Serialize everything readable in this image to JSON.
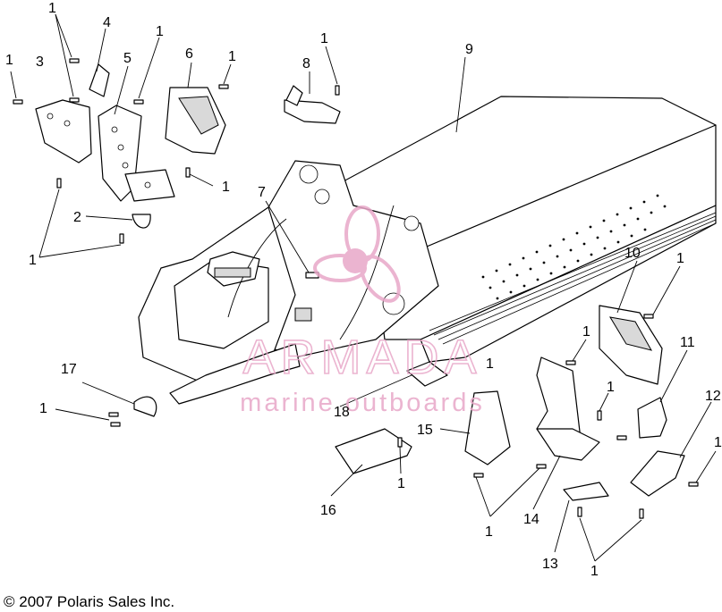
{
  "callouts": [
    {
      "id": "c1a",
      "label": "1"
    },
    {
      "id": "c3",
      "label": "3"
    },
    {
      "id": "c1b",
      "label": "1"
    },
    {
      "id": "c4",
      "label": "4"
    },
    {
      "id": "c5",
      "label": "5"
    },
    {
      "id": "c1c",
      "label": "1"
    },
    {
      "id": "c6",
      "label": "6"
    },
    {
      "id": "c1d",
      "label": "1"
    },
    {
      "id": "c1e",
      "label": "1"
    },
    {
      "id": "c8",
      "label": "8"
    },
    {
      "id": "c9",
      "label": "9"
    },
    {
      "id": "c7",
      "label": "7"
    },
    {
      "id": "c1f",
      "label": "1"
    },
    {
      "id": "c2",
      "label": "2"
    },
    {
      "id": "c1g",
      "label": "1"
    },
    {
      "id": "c10",
      "label": "10"
    },
    {
      "id": "c1h",
      "label": "1"
    },
    {
      "id": "c11",
      "label": "11"
    },
    {
      "id": "c1i",
      "label": "1"
    },
    {
      "id": "c1j",
      "label": "1"
    },
    {
      "id": "c1k",
      "label": "1"
    },
    {
      "id": "c12",
      "label": "12"
    },
    {
      "id": "c1l",
      "label": "1"
    },
    {
      "id": "c17",
      "label": "17"
    },
    {
      "id": "c1m",
      "label": "1"
    },
    {
      "id": "c18",
      "label": "18"
    },
    {
      "id": "c15",
      "label": "15"
    },
    {
      "id": "c1n",
      "label": "1"
    },
    {
      "id": "c16",
      "label": "16"
    },
    {
      "id": "c14",
      "label": "14"
    },
    {
      "id": "c1o",
      "label": "1"
    },
    {
      "id": "c13",
      "label": "13"
    },
    {
      "id": "c1p",
      "label": "1"
    }
  ],
  "watermark": {
    "brand": "ARMADA",
    "tagline": "marine outboards",
    "color": "#e8a7c8"
  },
  "copyright": "© 2007 Polaris Sales Inc."
}
